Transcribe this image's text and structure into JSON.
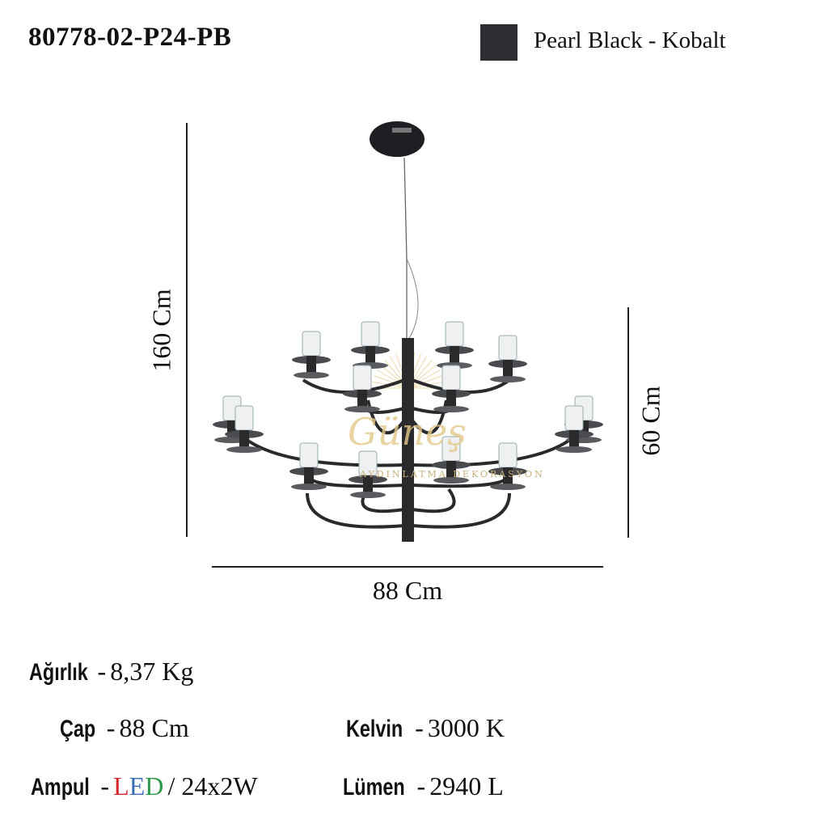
{
  "header": {
    "product_code": "80778-02-P24-PB",
    "finish_name": "Pearl Black - Kobalt",
    "finish_color": "#2b2d30"
  },
  "dimensions": {
    "height_total": "160 Cm",
    "height_body": "60 Cm",
    "width": "88 Cm"
  },
  "watermark": {
    "brand": "Güneş",
    "tagline": "AYDINLATMA DEKORASYON"
  },
  "specs": {
    "weight": {
      "label": "Ağırlık",
      "sep": "-",
      "value": "8,37 Kg"
    },
    "diameter": {
      "label": "Çap",
      "sep": "-",
      "value": "88 Cm"
    },
    "kelvin": {
      "label": "Kelvin",
      "sep": "-",
      "value": "3000 K"
    },
    "bulb": {
      "label": "Ampul",
      "sep": "-",
      "led_l": "L",
      "led_e": "E",
      "led_d": "D",
      "value": "/ 24x2W",
      "led_colors": [
        "#d8262b",
        "#3a6fb5",
        "#2e9a4b"
      ]
    },
    "lumen": {
      "label": "Lümen",
      "sep": "-",
      "value": "2940 L"
    }
  }
}
